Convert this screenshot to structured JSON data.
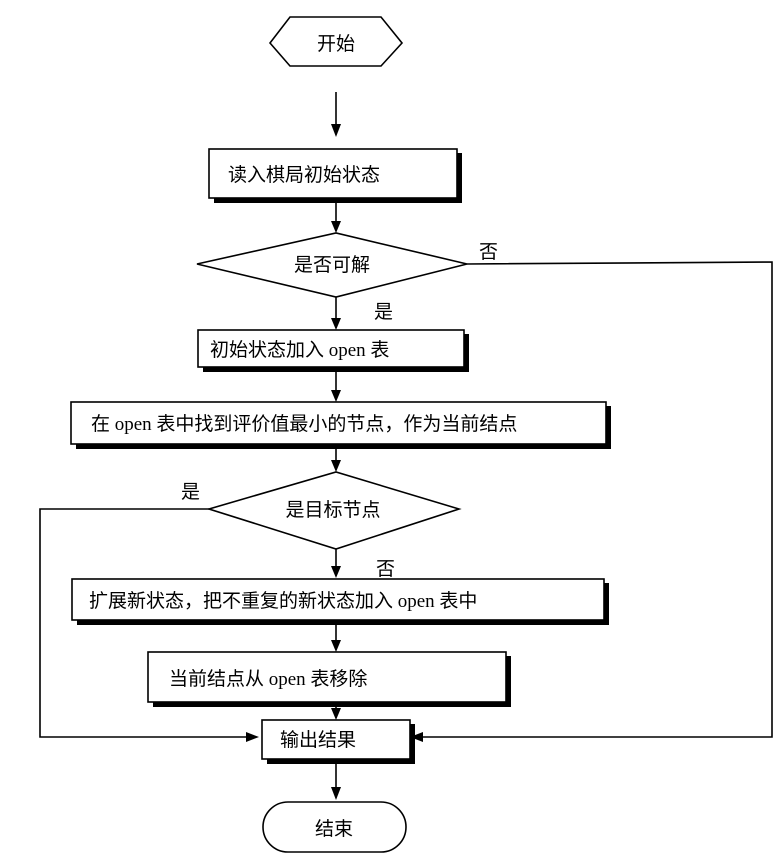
{
  "nodes": {
    "start": "开始",
    "read_state": "读入棋局初始状态",
    "solvable": "是否可解",
    "add_open": "初始状态加入 open 表",
    "find_min": "在 open 表中找到评价值最小的节点，作为当前结点",
    "is_target": "是目标节点",
    "expand": "扩展新状态，把不重复的新状态加入 open 表中",
    "remove": "当前结点从 open 表移除",
    "output": "输出结果",
    "end": "结束"
  },
  "edge_labels": {
    "solvable_no": "否",
    "solvable_yes": "是",
    "target_yes": "是",
    "target_no": "否"
  }
}
